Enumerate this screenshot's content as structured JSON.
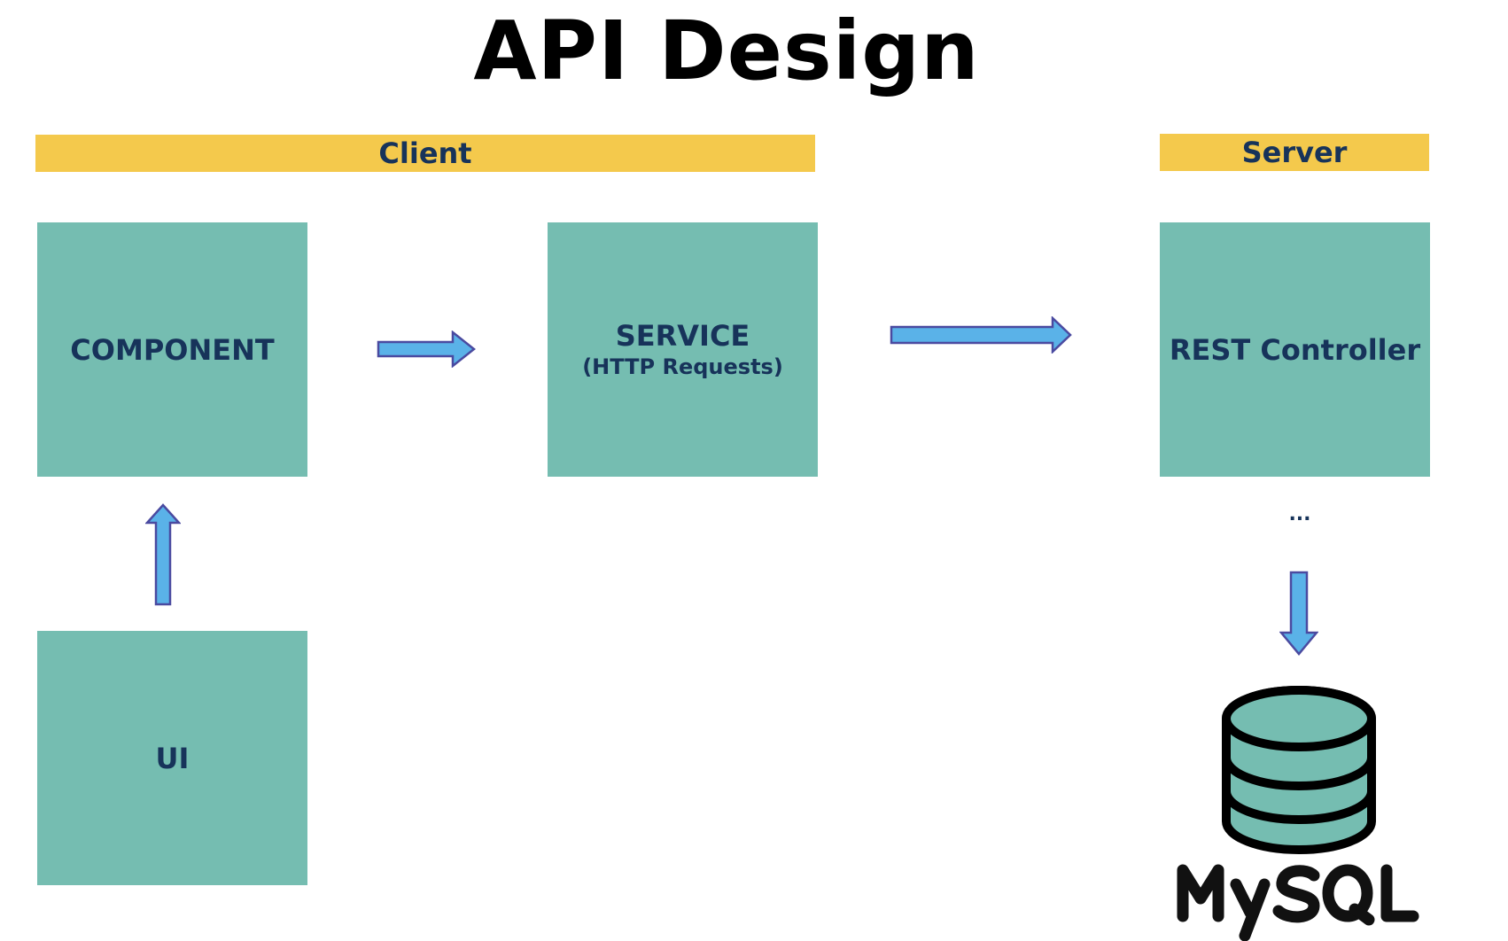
{
  "title": "API Design",
  "colors": {
    "band": "#f4c94c",
    "box": "#75bdb1",
    "box_text": "#17335a",
    "arrow_fill": "#5ab2e8",
    "arrow_stroke": "#4a4aa0",
    "db_fill": "#75bdb1"
  },
  "bands": {
    "client": "Client",
    "server": "Server"
  },
  "boxes": {
    "component": "COMPONENT",
    "service": "SERVICE",
    "service_sub": "(HTTP Requests)",
    "rest": "REST Controller",
    "ui": "UI"
  },
  "ellipsis": "...",
  "logo": {
    "icon": "database-icon",
    "wordmark": "MySQL"
  }
}
